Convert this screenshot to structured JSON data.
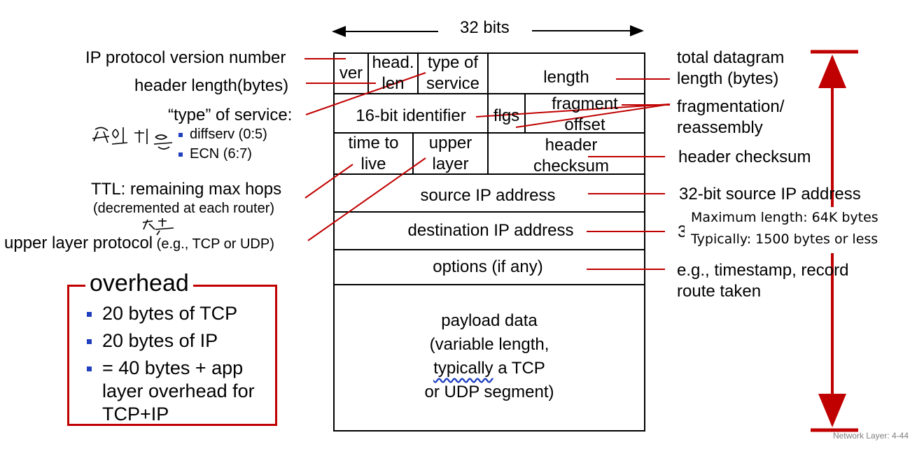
{
  "header": {
    "bits_label": "32 bits"
  },
  "header_fields": {
    "ver": "ver",
    "head_len_1": "head.",
    "head_len_2": "len",
    "type_of_service_1": "type of",
    "type_of_service_2": "service",
    "length": "length",
    "identifier": "16-bit identifier",
    "flags": "flgs",
    "frag_offset_1": "fragment",
    "frag_offset_2": "offset",
    "ttl_1": "time to",
    "ttl_2": "live",
    "upper_layer_1": "upper",
    "upper_layer_2": "layer",
    "checksum_1": "header",
    "checksum_2": "checksum",
    "source_ip": "source IP address",
    "dest_ip": "destination IP address",
    "options": "options (if any)",
    "payload_1": "payload data",
    "payload_2": "(variable length,",
    "payload_3_a": "typically",
    "payload_3_b": " a TCP",
    "payload_4": "or UDP segment)"
  },
  "left_labels": {
    "version": "IP protocol version number",
    "header_length": "header length(bytes)",
    "type_of_service": "“type” of service:",
    "tos_items": [
      "diffserv (0:5)",
      "ECN (6:7)"
    ],
    "ttl_1": "TTL: remaining  max hops",
    "ttl_2": "(decremented at each router)",
    "upper_protocol_a": "upper layer protocol",
    "upper_protocol_b": " (e.g., TCP or UDP)"
  },
  "right_labels": {
    "total_length_1": "total datagram",
    "total_length_2": "length (bytes)",
    "fragmentation_1": "fragmentation/",
    "fragmentation_2": "reassembly",
    "header_checksum": "header checksum",
    "source_ip": "32-bit source IP address",
    "dest_ip_partial": "3",
    "options_1": "e.g., timestamp, record",
    "options_2": "route taken"
  },
  "note_box": {
    "line1": "Maximum length: 64K bytes",
    "line2": "Typically: 1500 bytes or less"
  },
  "overhead": {
    "title": "overhead",
    "items": [
      "20 bytes of TCP",
      "20 bytes of IP",
      "= 40 bytes + app\nlayer overhead for\nTCP+IP"
    ]
  },
  "footer": "Network Layer: 4-44",
  "colors": {
    "accent_red": "#c00000",
    "bullet_blue": "#1f3fbf",
    "line_red": "#c00000"
  }
}
